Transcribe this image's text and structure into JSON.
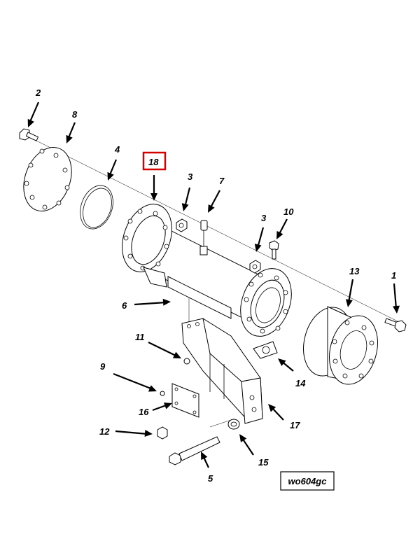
{
  "figure_id": "wo604gc",
  "highlight_color": "#d40000",
  "callouts": [
    {
      "id": "c2",
      "text": "2"
    },
    {
      "id": "c8",
      "text": "8"
    },
    {
      "id": "c4",
      "text": "4"
    },
    {
      "id": "c18",
      "text": "18",
      "highlighted": true
    },
    {
      "id": "c3a",
      "text": "3"
    },
    {
      "id": "c7",
      "text": "7"
    },
    {
      "id": "c3b",
      "text": "3"
    },
    {
      "id": "c10",
      "text": "10"
    },
    {
      "id": "c13",
      "text": "13"
    },
    {
      "id": "c1",
      "text": "1"
    },
    {
      "id": "c6",
      "text": "6"
    },
    {
      "id": "c11",
      "text": "11"
    },
    {
      "id": "c14",
      "text": "14"
    },
    {
      "id": "c9",
      "text": "9"
    },
    {
      "id": "c16",
      "text": "16"
    },
    {
      "id": "c17",
      "text": "17"
    },
    {
      "id": "c12",
      "text": "12"
    },
    {
      "id": "c15",
      "text": "15"
    },
    {
      "id": "c5",
      "text": "5"
    }
  ]
}
